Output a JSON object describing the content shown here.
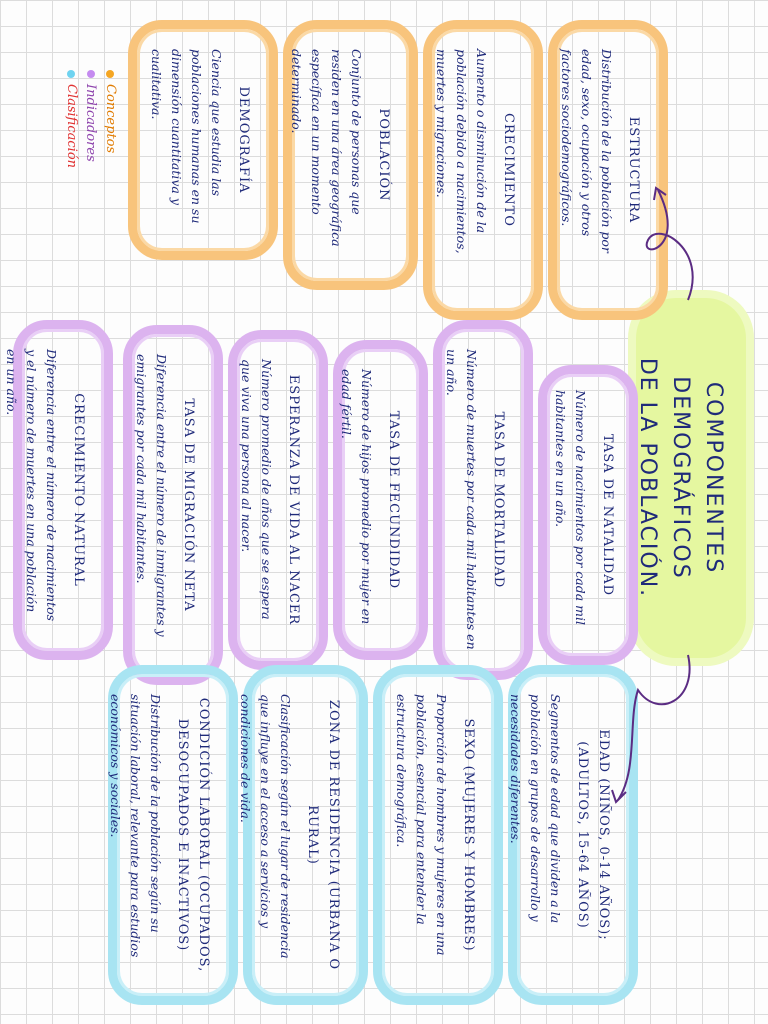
{
  "title": {
    "line1": "Componentes demográficos",
    "line2": "de la población."
  },
  "legend": [
    {
      "label": "Conceptos",
      "color": "#f5a623"
    },
    {
      "label": "Indicadores",
      "color": "#9b59b6"
    },
    {
      "label": "Clasificación",
      "color": "#e03131"
    }
  ],
  "concepts": [
    {
      "title": "Demografía",
      "text": "Ciencia que estudia las poblaciones humanas en su dimensión cuantitativa y cualitativa."
    },
    {
      "title": "Población",
      "text": "Conjunto de personas que residen en una área geográfica específica en un momento determinado."
    },
    {
      "title": "Crecimiento",
      "text": "Aumento o disminución de la población debido a nacimientos, muertes y migraciones."
    },
    {
      "title": "Estructura",
      "text": "Distribución de la población por edad, sexo, ocupación y otros factores sociodemográficos."
    }
  ],
  "indicators": [
    {
      "title": "Tasa de natalidad",
      "text": "Número de nacimientos por cada mil habitantes en un año."
    },
    {
      "title": "Tasa de mortalidad",
      "text": "Número de muertes por cada mil habitantes en un año."
    },
    {
      "title": "Tasa de fecundidad",
      "text": "Número de hijos promedio por mujer en edad fértil."
    },
    {
      "title": "Esperanza de vida al nacer",
      "text": "Número promedio de años que se espera que viva una persona al nacer."
    },
    {
      "title": "Tasa de migración neta",
      "text": "Diferencia entre el número de inmigrantes y emigrantes por cada mil habitantes."
    },
    {
      "title": "Crecimiento natural",
      "text": "Diferencia entre el número de nacimientos y el número de muertes en una población en un año."
    }
  ],
  "classifications": [
    {
      "title": "Edad (niños, 0-14 años); (adultos, 15-64 años)",
      "text": "Segmentos de edad que dividen a la población en grupos de desarrollo y necesidades diferentes."
    },
    {
      "title": "Sexo (mujeres y hombres)",
      "text": "Proporción de hombres y mujeres en una población, esencial para entender la estructura demográfica."
    },
    {
      "title": "Zona de residencia (urbana o rural)",
      "text": "Clasificación según el lugar de residencia que influye en el acceso a servicios y condiciones de vida."
    },
    {
      "title": "Condición laboral (ocupados, desocupados e inactivos)",
      "text": "Distribución de la población según su situación laboral, relevante para estudios económicos y sociales."
    }
  ]
}
